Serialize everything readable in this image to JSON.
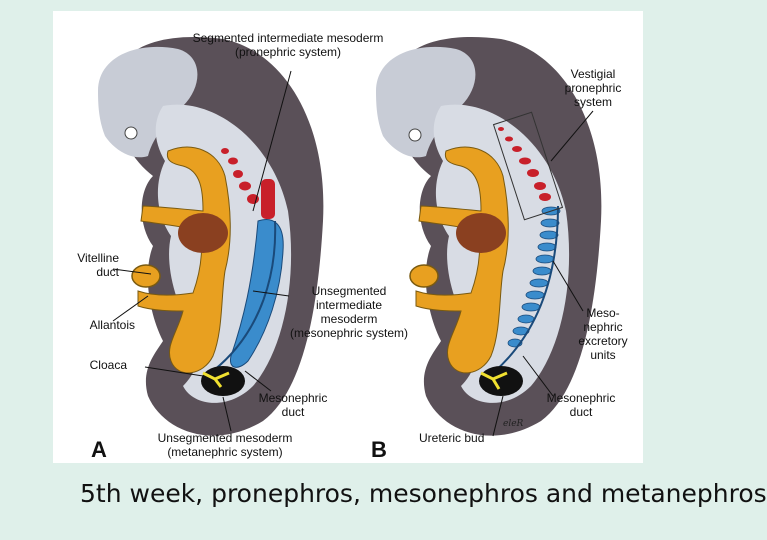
{
  "figure": {
    "labels": {
      "segmented_intermediate_mesoderm": "Segmented intermediate mesoderm",
      "pronephric_system": "(pronephric system)",
      "vitelline_duct_1": "Vitelline",
      "vitelline_duct_2": "duct",
      "allantois": "Allantois",
      "cloaca": "Cloaca",
      "unsegmented_intermediate_1": "Unsegmented",
      "unsegmented_intermediate_2": "intermediate",
      "unsegmented_intermediate_3": "mesoderm",
      "unsegmented_intermediate_4": "(mesonephric system)",
      "mesonephric_duct_a_1": "Mesonephric",
      "mesonephric_duct_a_2": "duct",
      "unsegmented_mesoderm": "Unsegmented mesoderm",
      "metanephric_system": "(metanephric system)",
      "vestigial_pronephric_1": "Vestigial",
      "vestigial_pronephric_2": "pronephric",
      "vestigial_pronephric_3": "system",
      "mesonephric_excretory_1": "Meso-",
      "mesonephric_excretory_2": "nephric",
      "mesonephric_excretory_3": "excretory",
      "mesonephric_excretory_4": "units",
      "mesonephric_duct_b_1": "Mesonephric",
      "mesonephric_duct_b_2": "duct",
      "ureteric_bud": "Ureteric bud"
    },
    "panel_a": "A",
    "panel_b": "B",
    "signature": "eleR"
  },
  "caption": "5th week,  pronephros, mesonephros and metanephros",
  "colors": {
    "background": "#dff0ea",
    "embryo_outer": "#5a5058",
    "embryo_light": "#c8ccd6",
    "gut": "#e8a020",
    "pronephros": "#c8202a",
    "mesonephros": "#3a8ccc",
    "heart": "#8a4020",
    "cloaca_dark": "#111111",
    "yolk": "#f0e030"
  }
}
